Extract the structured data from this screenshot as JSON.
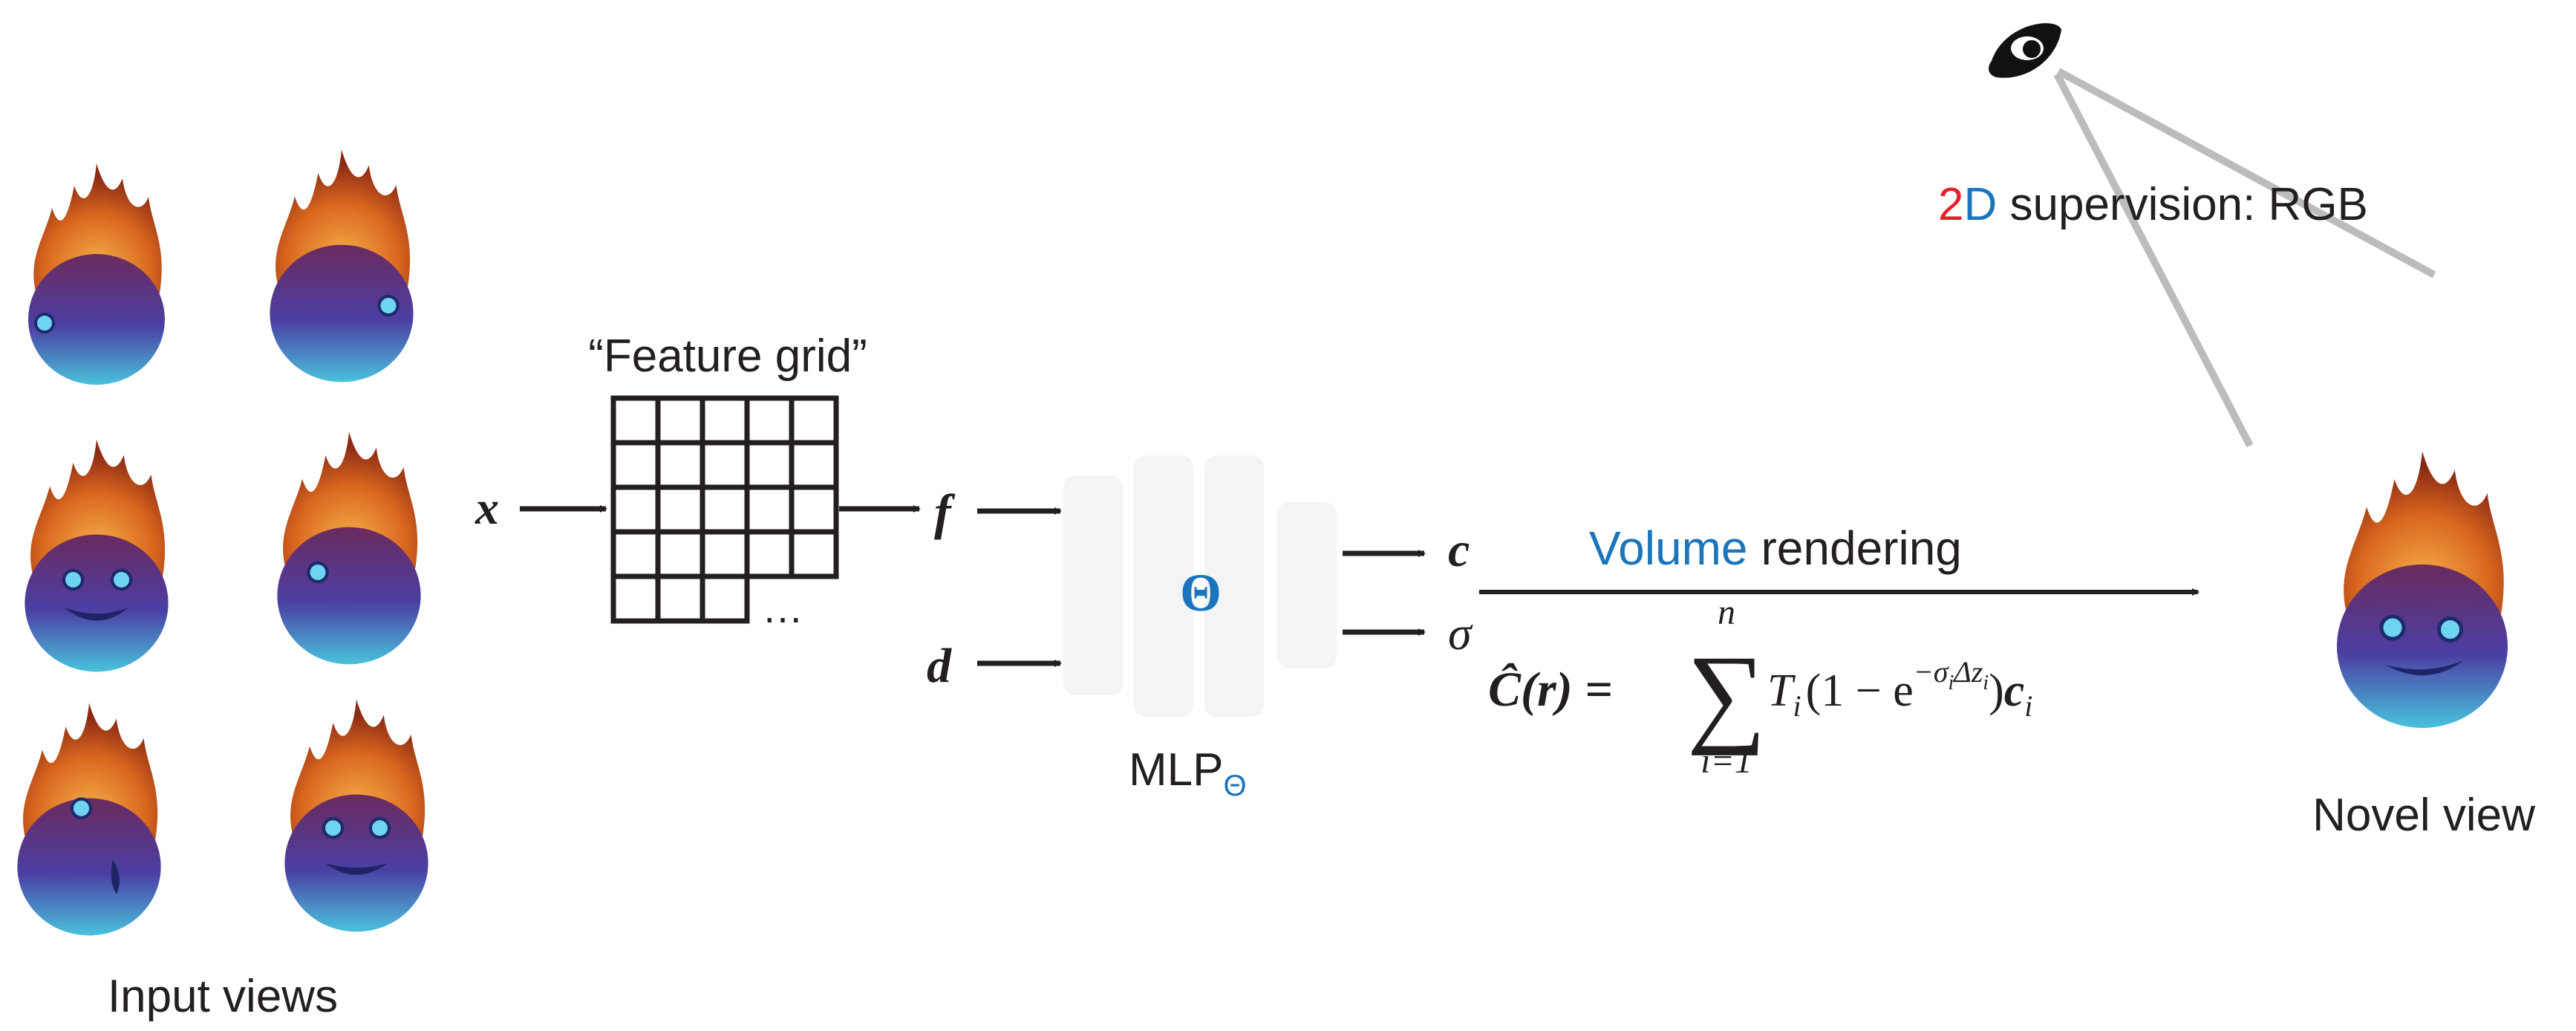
{
  "input_views": {
    "label": "Input views",
    "count": 6
  },
  "feature_grid": {
    "caption": "“Feature grid”",
    "ellipsis": "…",
    "rows": 5,
    "cols": 5
  },
  "inputs": {
    "position": "x",
    "direction": "d"
  },
  "feature_vector": "f",
  "mlp": {
    "label": "MLP",
    "subscript": "Θ",
    "theta": "Θ"
  },
  "outputs": {
    "color": "c",
    "density": "σ"
  },
  "volume_rendering": {
    "word1": "Volume",
    "word2": "rendering"
  },
  "equation": {
    "lhs": "Ĉ(r) =",
    "sum_top": "n",
    "sum_symbol": "∑",
    "sum_bottom": "i=1",
    "body": "T",
    "body_sub": "i",
    "paren_open": "(1 − e",
    "exponent": "−σ",
    "exp_sub": "i",
    "exp_rest": "Δz",
    "exp_rest_sub": "i",
    "paren_close": ")",
    "c": "c",
    "c_sub": "i"
  },
  "supervision": {
    "part_2": "2",
    "part_D": "D",
    "rest": " supervision: RGB"
  },
  "novel_view": {
    "label": "Novel view"
  },
  "colors": {
    "blue": "#1a75bc",
    "red": "#e8202a",
    "mlp_block": "#f4f4f5",
    "ray": "#bcbcbc",
    "ink": "#231f20",
    "flame_outer": "#d9661e",
    "flame_inner": "#f7b24a",
    "body_top": "#6b2a5e",
    "body_bottom": "#49b8d8"
  }
}
